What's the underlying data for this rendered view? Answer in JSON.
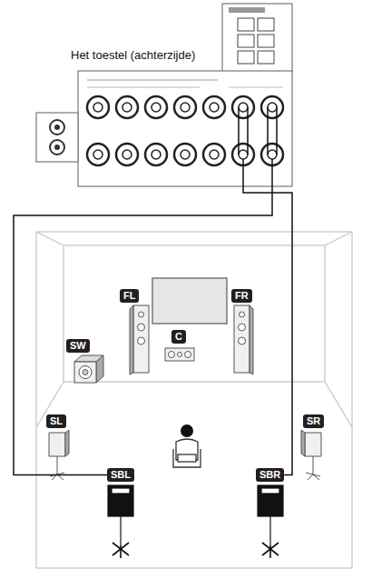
{
  "diagram": {
    "nodes": [
      {
        "text": [
          "Het toestel (achterzijde)"
        ]
      },
      {
        "text": [
          "FL"
        ]
      },
      {
        "text": [
          "FR"
        ]
      },
      {
        "text": [
          "C"
        ]
      },
      {
        "text": [
          "SW"
        ]
      },
      {
        "text": [
          "SL"
        ]
      },
      {
        "text": [
          "SR"
        ]
      },
      {
        "text": [
          "SBL"
        ]
      },
      {
        "text": [
          "SBR"
        ]
      }
    ],
    "edges": [
      {
        "from": 0,
        "to": 7,
        "arrow": "none"
      },
      {
        "from": 0,
        "to": 8,
        "arrow": "none"
      }
    ]
  }
}
